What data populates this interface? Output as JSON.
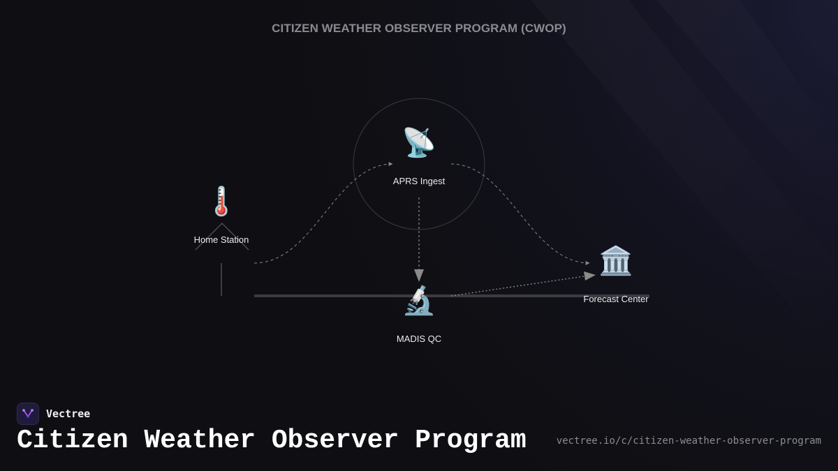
{
  "diagram": {
    "title": "CITIZEN WEATHER OBSERVER PROGRAM (CWOP)",
    "nodes": {
      "home_station": {
        "label": "Home Station",
        "icon": "thermometer-icon",
        "glyph": "🌡️"
      },
      "aprs_ingest": {
        "label": "APRS Ingest",
        "icon": "satellite-dish-icon",
        "glyph": "📡"
      },
      "madis_qc": {
        "label": "MADIS QC",
        "icon": "microscope-icon",
        "glyph": "🔬"
      },
      "forecast_center": {
        "label": "Forecast Center",
        "icon": "classical-building-icon",
        "glyph": "🏛️"
      }
    },
    "edges": [
      {
        "from": "home_station",
        "to": "aprs_ingest",
        "style": "dashed"
      },
      {
        "from": "aprs_ingest",
        "to": "forecast_center",
        "style": "dashed"
      },
      {
        "from": "aprs_ingest",
        "to": "madis_qc",
        "style": "dashed"
      },
      {
        "from": "madis_qc",
        "to": "forecast_center",
        "style": "dotted"
      }
    ]
  },
  "brand": {
    "name": "Vectree",
    "logo_icon": "vectree-logo-icon"
  },
  "page": {
    "title": "Citizen Weather Observer Program",
    "url": "vectree.io/c/citizen-weather-observer-program"
  },
  "colors": {
    "background": "#0f0f13",
    "accent": "#a855f7",
    "edge": "#888888",
    "text": "#ececec"
  }
}
